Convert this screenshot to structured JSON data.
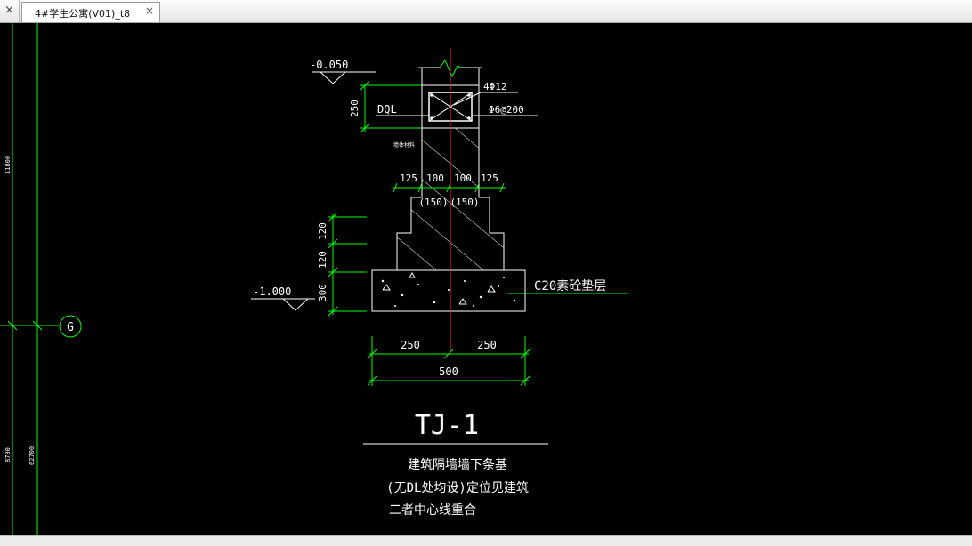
{
  "tabbar": {
    "close_all_icon": "close-icon",
    "close_all_glyph": "×",
    "tab_label": "4#学生公寓(V01)_t8",
    "tab_close_glyph": "×"
  },
  "drawing": {
    "left_dims": {
      "top": "11800",
      "bottom_a": "8700",
      "bottom_b": "62700"
    },
    "axis_label": "G",
    "elevations": {
      "top": "-0.050",
      "bottom": "-1.000"
    },
    "beam_height": "250",
    "beam_label": "DQL",
    "rebar_main": "4Φ12",
    "rebar_stirrup": "Φ6@200",
    "wall_tag": "墙体材料",
    "wall_dims": {
      "a": "125",
      "b": "100",
      "c": "100",
      "d": "125"
    },
    "wall_alt_dims": {
      "a": "(150)",
      "b": "(150)"
    },
    "step_heights": {
      "a": "120",
      "b": "120",
      "c": "300"
    },
    "pad_label": "C20素砼垫层",
    "base_dims": {
      "left": "250",
      "right": "250",
      "total": "500"
    },
    "title": "TJ-1",
    "notes": {
      "line1": "建筑隔墙墙下条基",
      "line2": "(无DL处均设)定位见建筑",
      "line3": "二者中心线重合"
    },
    "colors": {
      "background": "#000000",
      "lines": "#ffffff",
      "dimensions": "#00ff00",
      "centerline": "#ff2020"
    }
  }
}
